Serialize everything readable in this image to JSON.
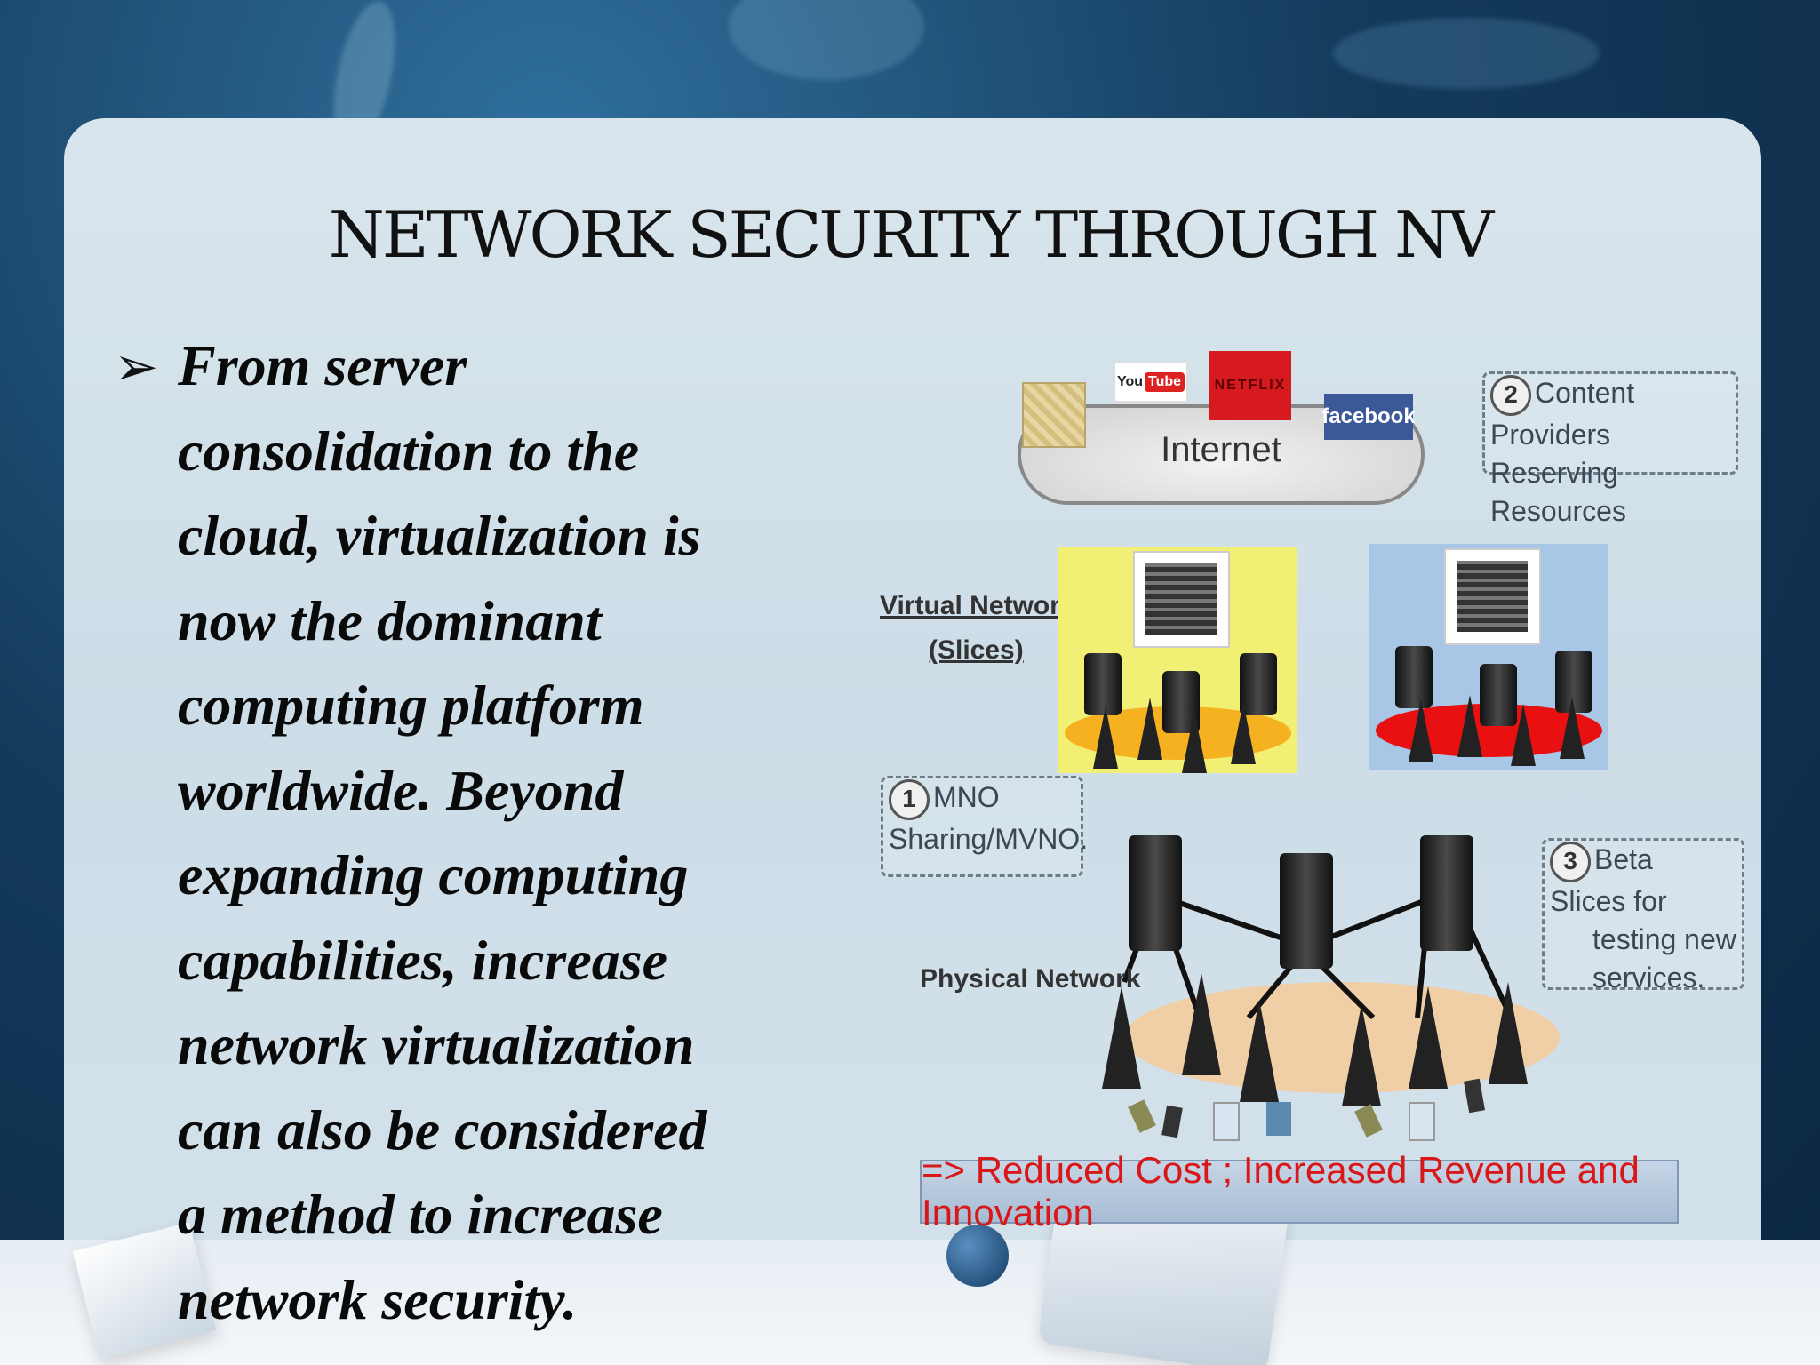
{
  "slide": {
    "title": "NETWORK SECURITY THROUGH NV",
    "bullet_symbol": "➢",
    "bullet_lines": [
      "From server",
      "consolidation to the",
      "cloud, virtualization is",
      "now the dominant",
      "computing platform",
      "worldwide. Beyond",
      "expanding computing",
      "capabilities, increase",
      "network virtualization",
      "can also be considered",
      "a method to increase",
      "network security."
    ]
  },
  "diagram": {
    "internet_label": "Internet",
    "apps": {
      "youtube_prefix": "You",
      "youtube_suffix": "Tube",
      "netflix": "NETFLIX",
      "facebook": "facebook"
    },
    "callout_content": {
      "number": "2",
      "line1": "Content Providers",
      "line2": "Reserving Resources"
    },
    "callout_mno": {
      "number": "1",
      "line1": "MNO",
      "line2": "Sharing/MVNO."
    },
    "callout_beta": {
      "number": "3",
      "line1": "Beta Slices for",
      "line2": "testing new",
      "line3": "services."
    },
    "virtual_networks_label_1": "Virtual Networks",
    "virtual_networks_label_2": "(Slices)",
    "physical_network_label": "Physical Network",
    "banner": "=> Reduced Cost ; Increased Revenue and Innovation"
  },
  "colors": {
    "slice_yellow": "#f1ef74",
    "slice_blue": "#a8c6e6",
    "banner_text": "#d81818"
  }
}
